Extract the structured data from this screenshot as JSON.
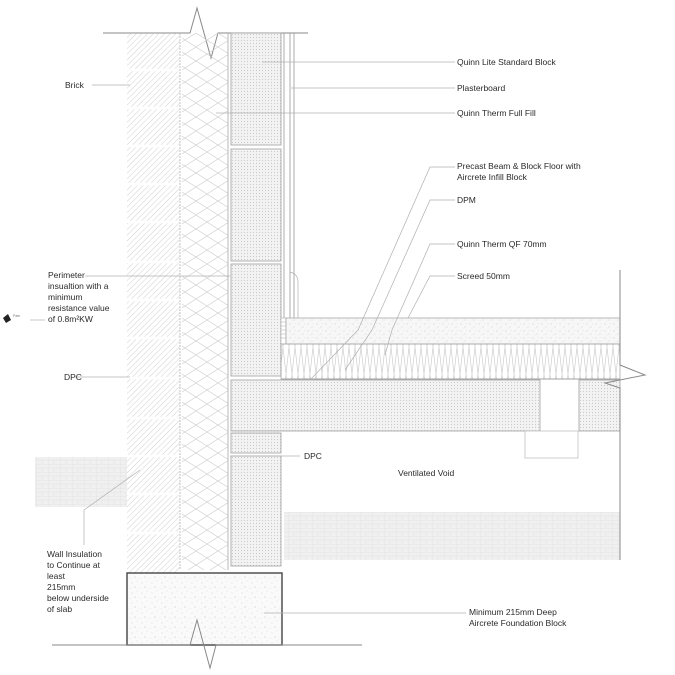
{
  "drawing": {
    "type": "construction-section-detail",
    "colors": {
      "line": "#9a9a9a",
      "dark_line": "#555555",
      "text": "#2a2a2a",
      "hatch": "#c8c8c8",
      "background": "#ffffff"
    }
  },
  "labels": {
    "brick": "Brick",
    "perimeter_insulation": "Perimeter\ninsualtion with a\nminimum\nresistance value\nof 0.8m²KW",
    "dpc_left": "DPC",
    "wall_insulation": "Wall Insulation\nto Continue at\nleast\n215mm\nbelow underside\nof slab",
    "quinn_lite_block": "Quinn Lite Standard Block",
    "plasterboard": "Plasterboard",
    "quinn_therm_full_fill": "Quinn Therm Full Fill",
    "precast_floor": "Precast Beam & Block Floor with\nAircrete Infill Block",
    "dpm": "DPM",
    "quinn_therm_qf": "Quinn Therm QF 70mm",
    "screed": "Screed 50mm",
    "dpc_right": "DPC",
    "ventilated_void": "Ventilated Void",
    "foundation_block": "Minimum 215mm Deep\nAircrete Foundation Block"
  }
}
